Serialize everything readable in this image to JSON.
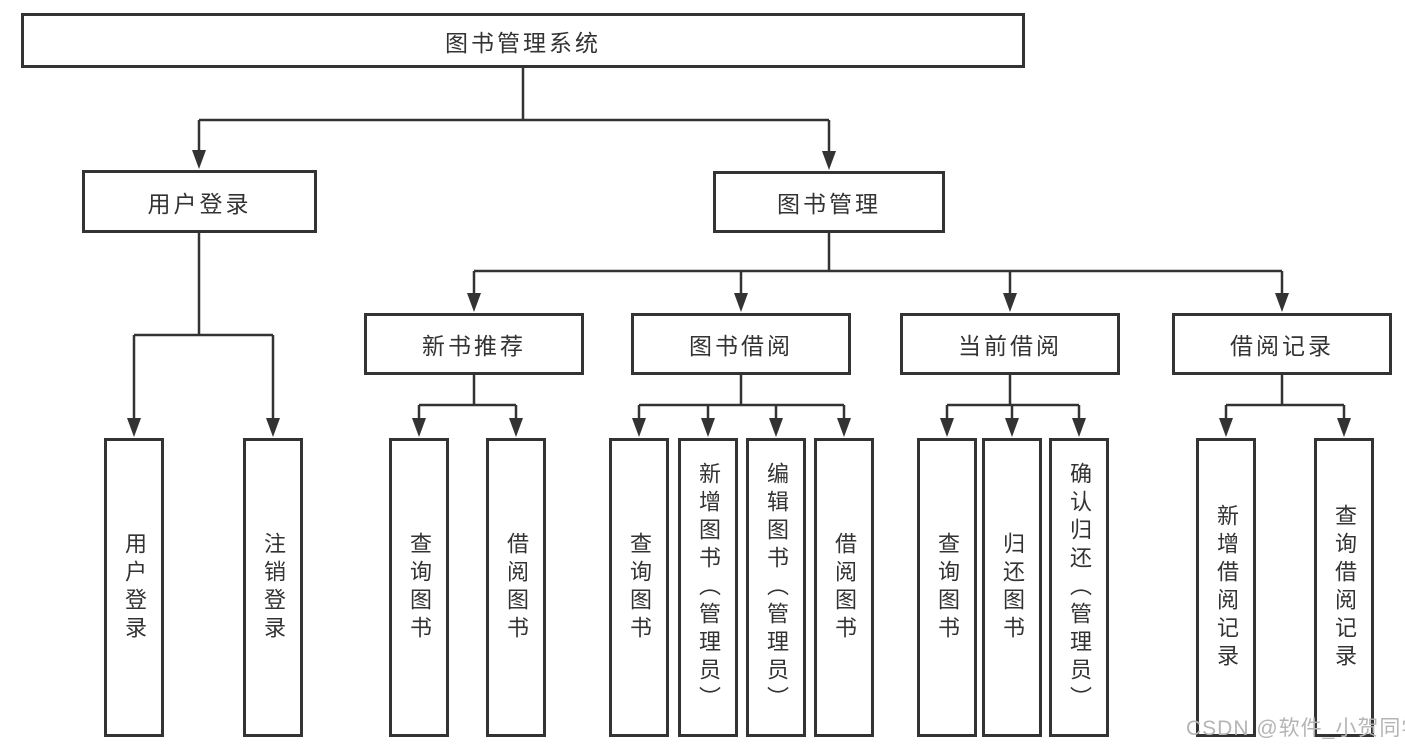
{
  "colors": {
    "line": "#333333",
    "text": "#333333",
    "background": "#ffffff",
    "watermark": "#b5b5b5"
  },
  "watermark": {
    "text": "CSDN @软件_小贺同学"
  },
  "tree": {
    "root": "图书管理系统",
    "level1": [
      {
        "label": "用户登录",
        "children": [
          "用户登录",
          "注销登录"
        ]
      },
      {
        "label": "图书管理",
        "children": [
          {
            "label": "新书推荐",
            "children": [
              "查询图书",
              "借阅图书"
            ]
          },
          {
            "label": "图书借阅",
            "children": [
              "查询图书",
              "新增图书（管理员）",
              "编辑图书（管理员）",
              "借阅图书"
            ]
          },
          {
            "label": "当前借阅",
            "children": [
              "查询图书",
              "归还图书",
              "确认归还（管理员）"
            ]
          },
          {
            "label": "借阅记录",
            "children": [
              "新增借阅记录",
              "查询借阅记录"
            ]
          }
        ]
      }
    ]
  }
}
